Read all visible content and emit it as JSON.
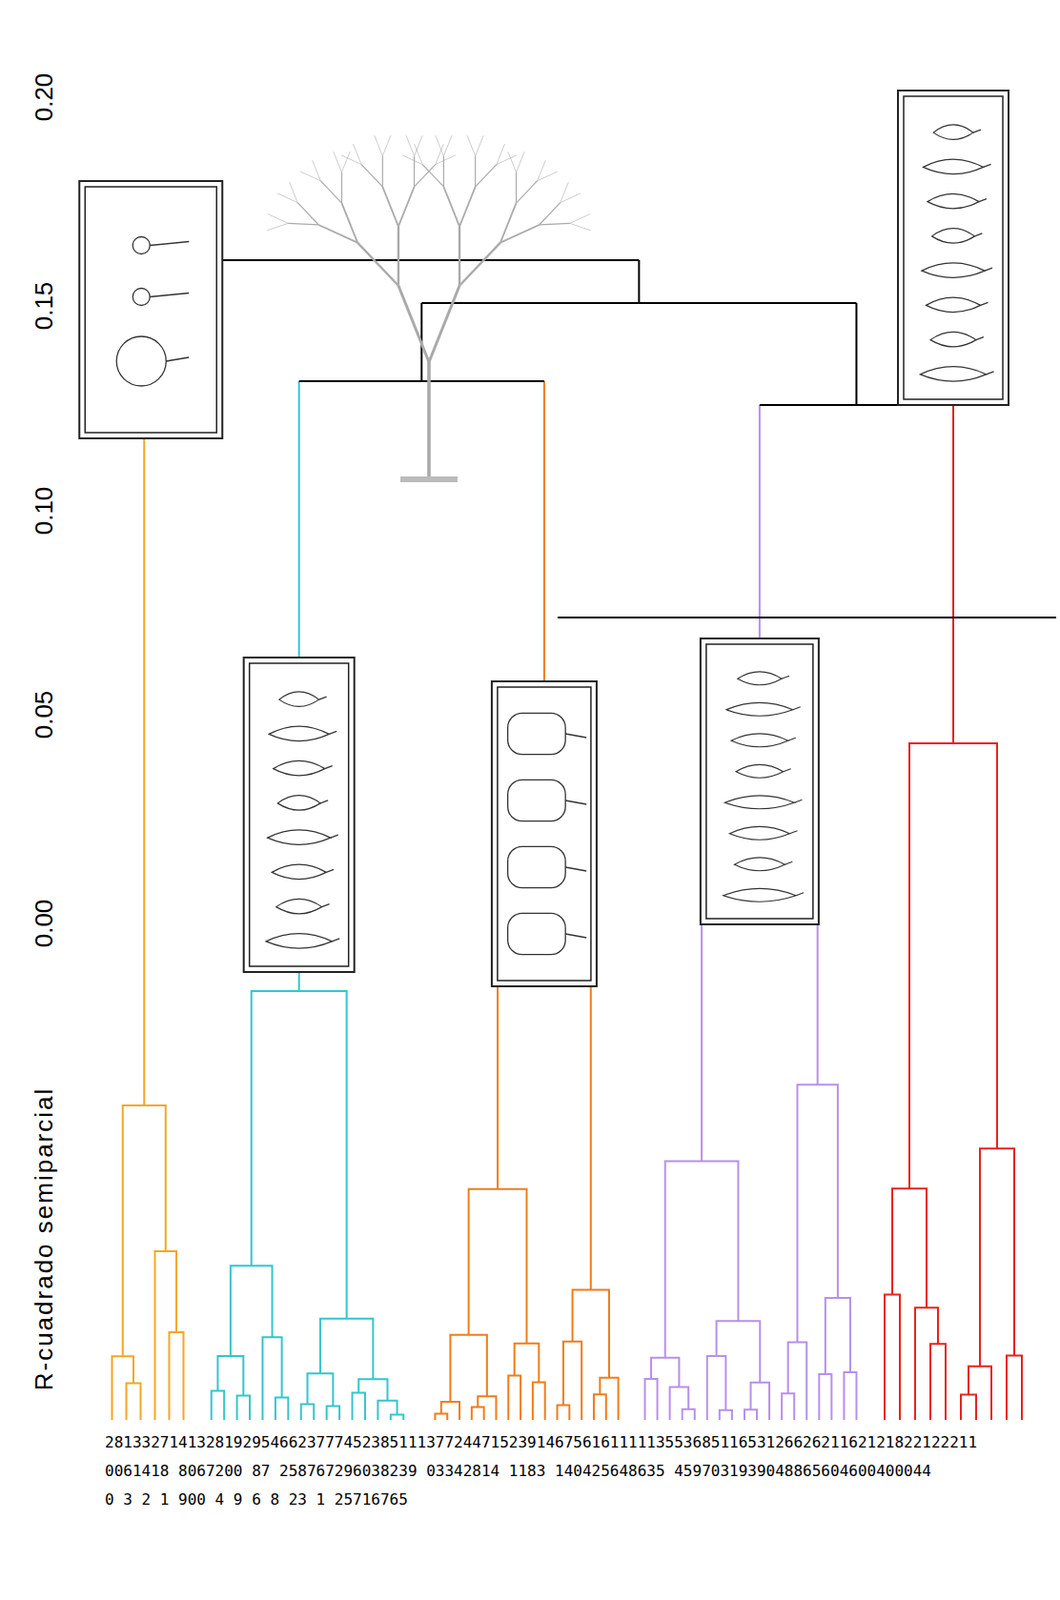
{
  "diagram": {
    "labels": [
      "0.20",
      "0.15",
      "0.10",
      "0.05",
      "0.00",
      "R-cuadrado semiparcial",
      "28133271413281929546623777452385111377244715239146756161111135536851165312662621162121822122211",
      "0061418 8067200 87 258767296038239 03342814 1183 140425648635 4597031939048865604600400044",
      "0 3 2 1 900 4 9 6 8 23 1 25716765"
    ]
  }
}
